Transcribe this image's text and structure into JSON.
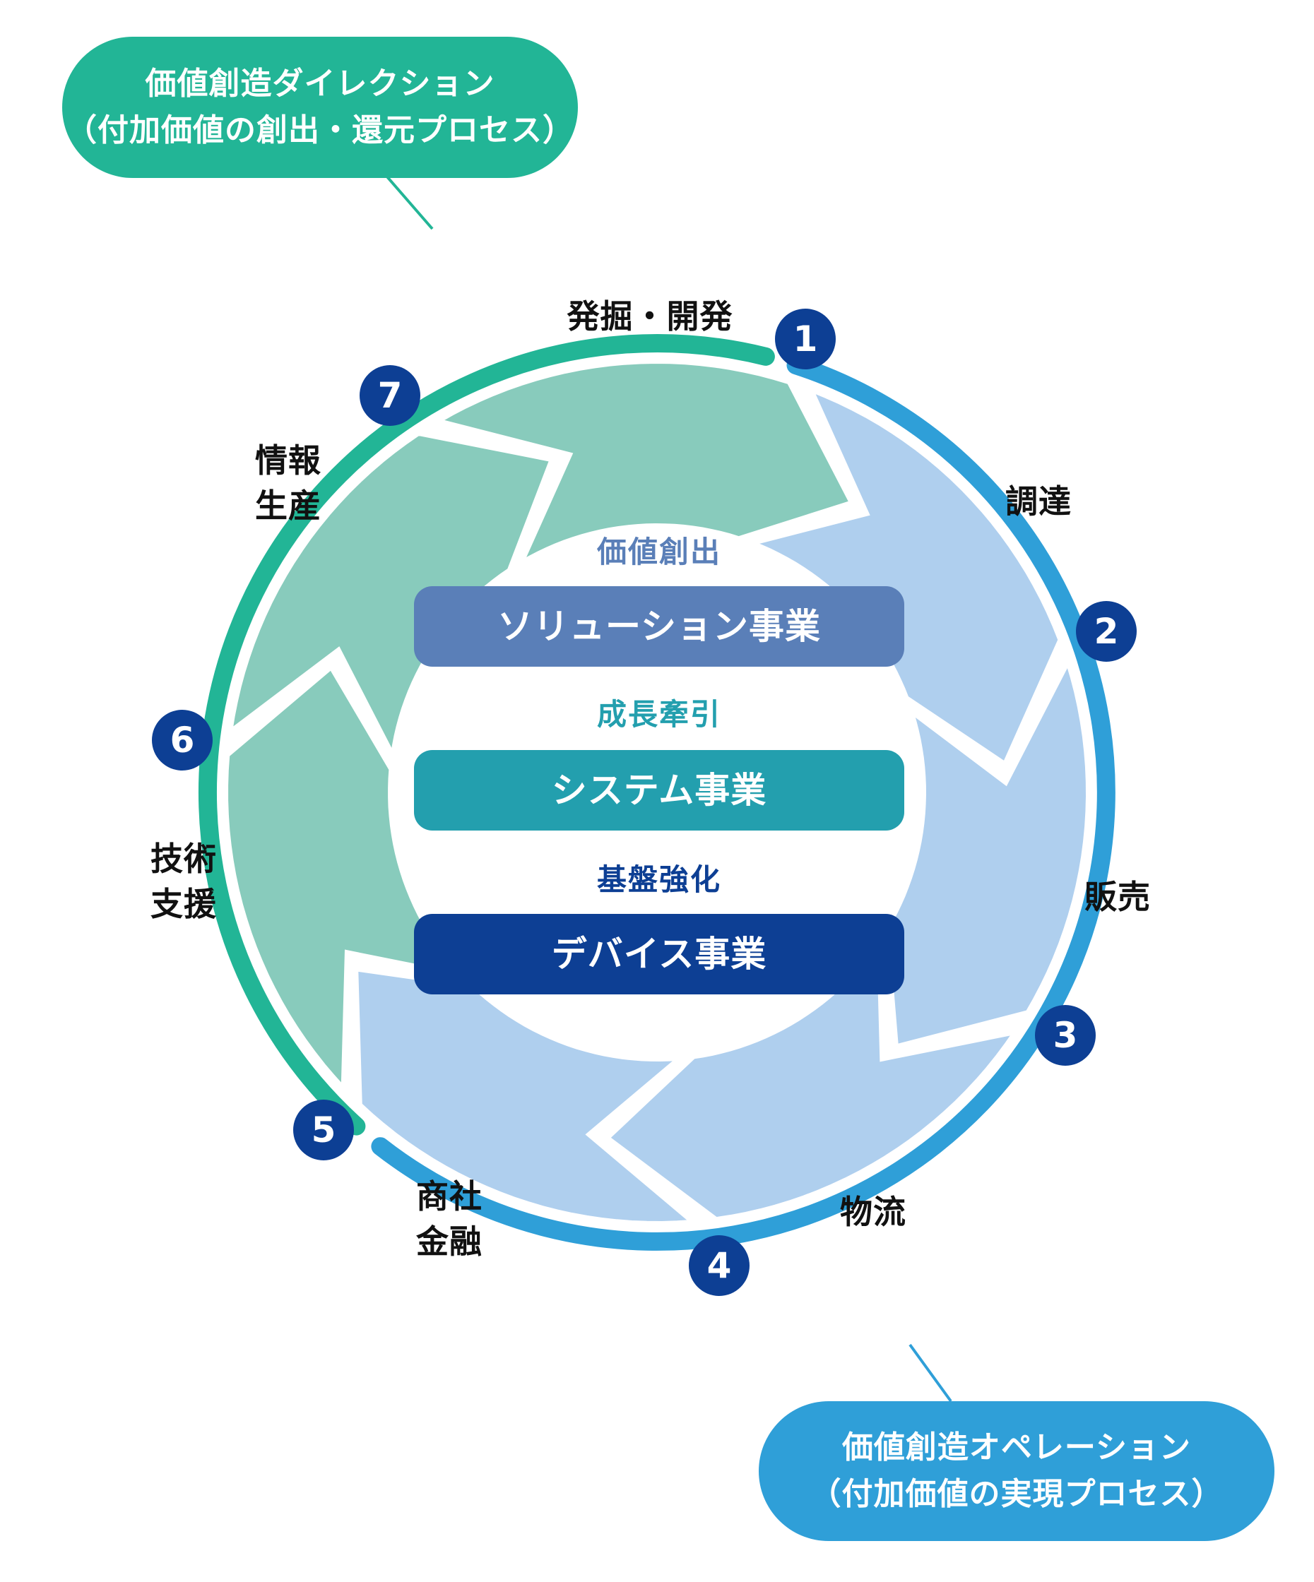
{
  "colors": {
    "direction_arc": "#22b596",
    "operation_arc": "#2f9fd8",
    "green_segment": "#88cbbc",
    "blue_segment": "#afcfee",
    "badge": "#0d3f94",
    "category_1": "#5a7fb8",
    "category_2": "#239fae",
    "category_3": "#0d3f94"
  },
  "callouts": {
    "direction": {
      "line1": "価値創造ダイレクション",
      "line2": "（付加価値の創出・還元プロセス）"
    },
    "operation": {
      "line1": "価値創造オペレーション",
      "line2": "（付加価値の実現プロセス）"
    }
  },
  "cycle": [
    {
      "number": "1",
      "label_lines": [
        "発掘・開発"
      ],
      "group": "direction"
    },
    {
      "number": "2",
      "label_lines": [
        "調達"
      ],
      "group": "operation"
    },
    {
      "number": "3",
      "label_lines": [
        "販売"
      ],
      "group": "operation"
    },
    {
      "number": "4",
      "label_lines": [
        "物流"
      ],
      "group": "operation"
    },
    {
      "number": "5",
      "label_lines": [
        "商社",
        "金融"
      ],
      "group": "operation"
    },
    {
      "number": "6",
      "label_lines": [
        "技術",
        "支援"
      ],
      "group": "direction"
    },
    {
      "number": "7",
      "label_lines": [
        "情報",
        "生産"
      ],
      "group": "direction"
    }
  ],
  "center": [
    {
      "category": "価値創出",
      "business": "ソリューション事業"
    },
    {
      "category": "成長牽引",
      "business": "システム事業"
    },
    {
      "category": "基盤強化",
      "business": "デバイス事業"
    }
  ]
}
